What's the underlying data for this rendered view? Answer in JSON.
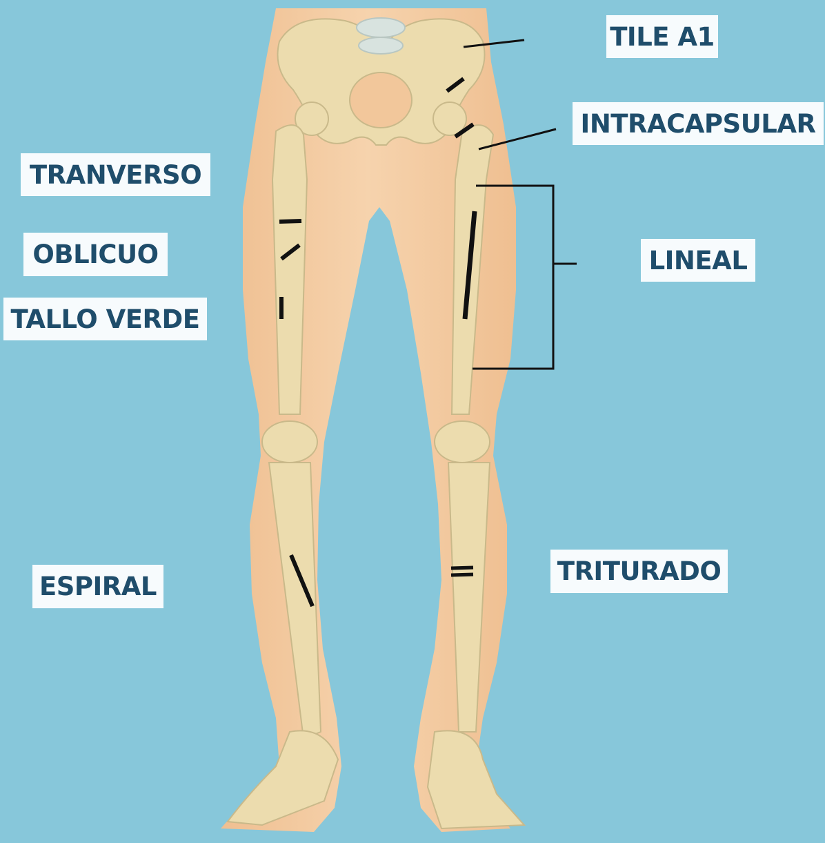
{
  "colors": {
    "background": "#87c7da",
    "label_background": "#f7fbfd",
    "label_text": "#1f4d6b",
    "skin": "#f2c79b",
    "bone": "#ecdcae",
    "fracture_mark": "#111111"
  },
  "labels": {
    "tile_a1": "TILE A1",
    "intracapsular": "INTRACAPSULAR",
    "tranverso": "TRANVERSO",
    "oblicuo": "OBLICUO",
    "tallo_verde": "TALLO VERDE",
    "lineal": "LINEAL",
    "espiral": "ESPIRAL",
    "triturado": "TRITURADO"
  }
}
